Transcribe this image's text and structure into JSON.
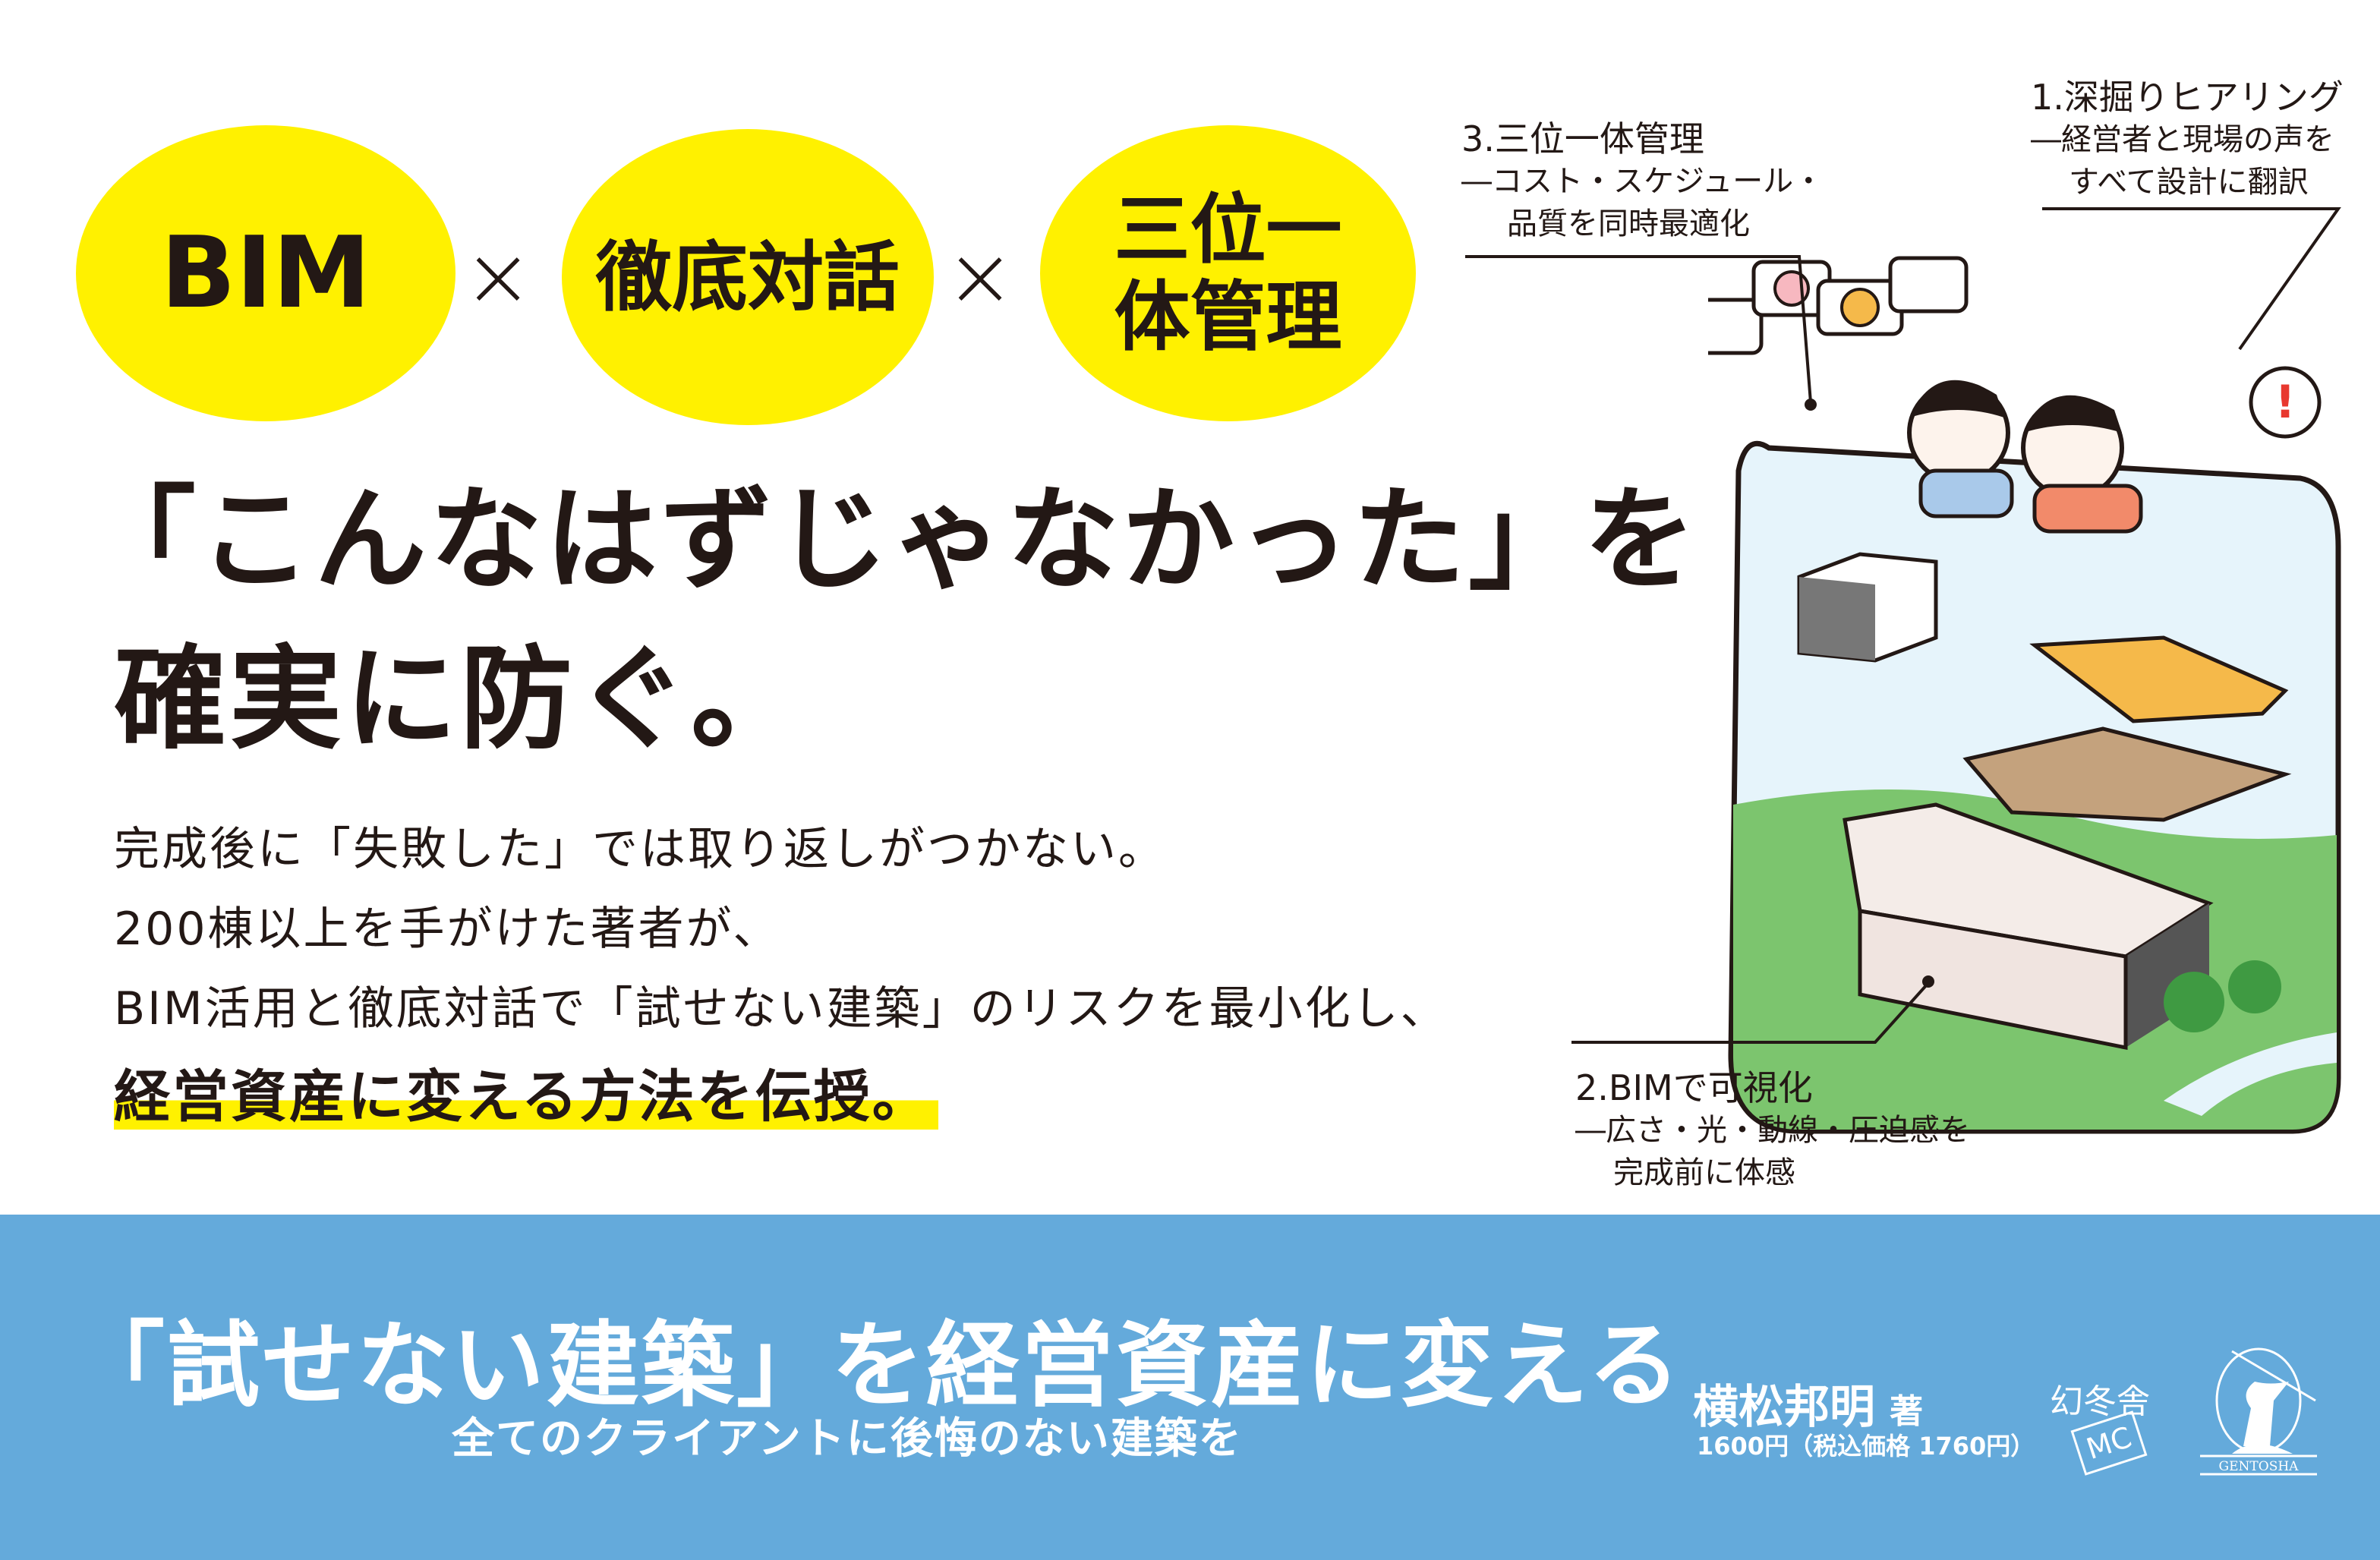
{
  "circles": [
    "BIM",
    "徹底対話",
    "三位一体管理"
  ],
  "times_symbol": "×",
  "headline": {
    "line1": "「こんなはずじゃなかった」を",
    "line2": "確実に防ぐ。"
  },
  "body": [
    "完成後に「失敗した」では取り返しがつかない。",
    "200棟以上を手がけた著者が、",
    "BIM活用と徹底対話で「試せない建築」のリスクを最小化し、"
  ],
  "body_highlight": "経営資産に変える方法を伝授。",
  "illustration_notes": {
    "note1": {
      "title": "1.深掘りヒアリング",
      "lines": [
        "―経営者と現場の声を",
        "すべて設計に翻訳"
      ]
    },
    "note2": {
      "title": "2.BIMで可視化",
      "lines": [
        "―広さ・光・動線・圧迫感を",
        "完成前に体感"
      ]
    },
    "note3": {
      "title": "3.三位一体管理",
      "lines": [
        "―コスト・スケジュール・",
        "品質を同時最適化"
      ]
    }
  },
  "band": {
    "title": "「試せない建築」を経営資産に変える",
    "subtitle": "全てのクライアントに後悔のない建築を",
    "author": "横松邦明",
    "author_suffix": "著",
    "price": "1600円（税込価格 1760円）",
    "publisher_mark": "幻冬舎",
    "imprint": "MC",
    "publisher_logo": "GENTOSHA"
  },
  "colors": {
    "yellow": "#fff100",
    "band_blue": "#64aadb",
    "ink": "#231815"
  }
}
